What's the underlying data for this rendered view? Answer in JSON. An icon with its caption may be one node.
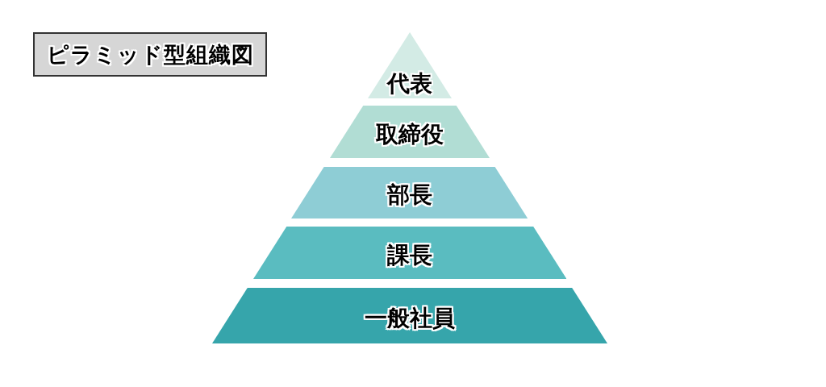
{
  "diagram": {
    "title": "ピラミッド型組織図",
    "nodes": [
      {
        "text": [
          "代表"
        ]
      },
      {
        "text": [
          "取締役"
        ]
      },
      {
        "text": [
          "部長"
        ]
      },
      {
        "text": [
          "課長"
        ]
      },
      {
        "text": [
          "一般社員"
        ]
      }
    ]
  }
}
